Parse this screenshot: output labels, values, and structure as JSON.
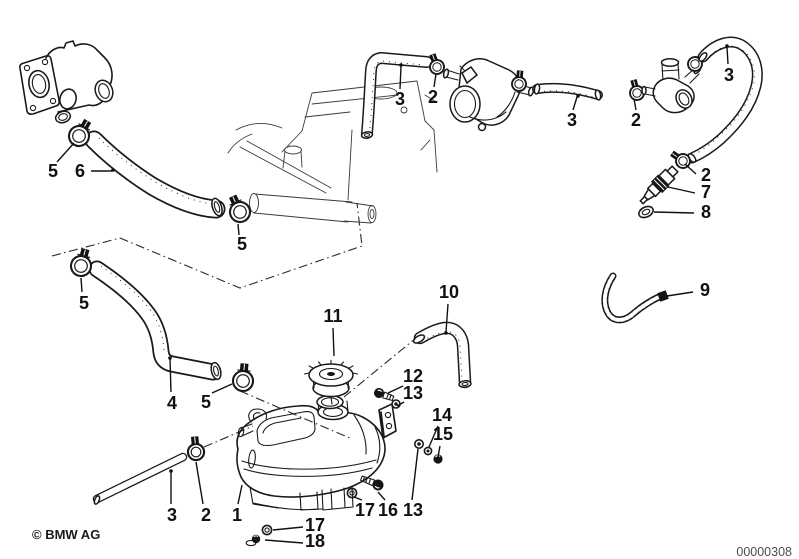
{
  "diagram": {
    "copyright": "© BMW AG",
    "image_number": "00000308",
    "colors": {
      "line": "#1a1a1a",
      "background": "#ffffff",
      "ghost_sketch": "#3a3a3a",
      "image_number_text": "#4d4d4d"
    }
  },
  "callouts": [
    {
      "label": "5"
    },
    {
      "label": "6"
    },
    {
      "label": "3"
    },
    {
      "label": "2"
    },
    {
      "label": "3"
    },
    {
      "label": "2"
    },
    {
      "label": "3"
    },
    {
      "label": "2"
    },
    {
      "label": "7"
    },
    {
      "label": "8"
    },
    {
      "label": "9"
    },
    {
      "label": "5"
    },
    {
      "label": "5"
    },
    {
      "label": "4"
    },
    {
      "label": "5"
    },
    {
      "label": "11"
    },
    {
      "label": "10"
    },
    {
      "label": "12"
    },
    {
      "label": "13"
    },
    {
      "label": "14"
    },
    {
      "label": "15"
    },
    {
      "label": "3"
    },
    {
      "label": "2"
    },
    {
      "label": "1"
    },
    {
      "label": "17"
    },
    {
      "label": "18"
    },
    {
      "label": "17"
    },
    {
      "label": "16"
    },
    {
      "label": "13"
    }
  ]
}
